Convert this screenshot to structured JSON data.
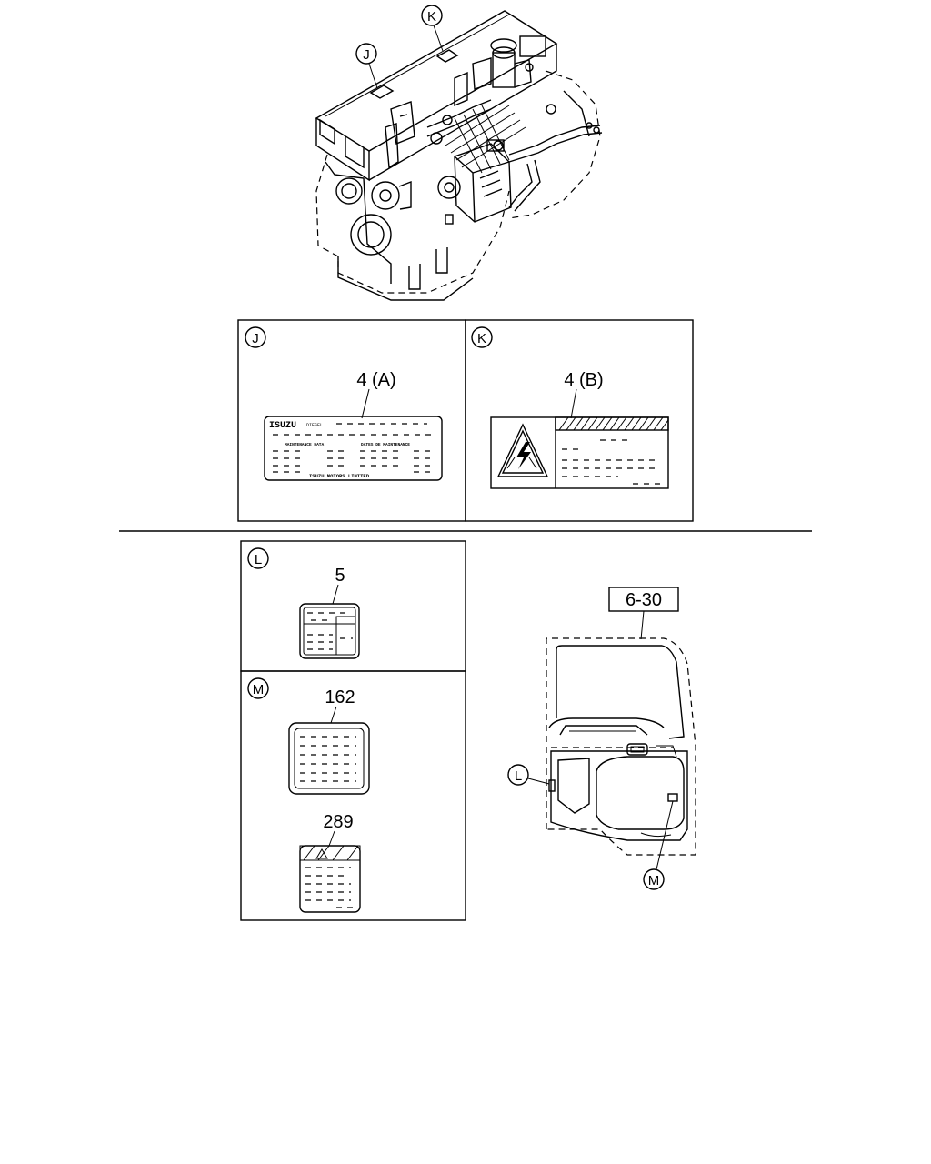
{
  "callouts": {
    "j": "J",
    "k": "K",
    "l": "L",
    "m": "M"
  },
  "panel_j": {
    "callout": "J",
    "part_no": "4 (A)",
    "label_brand": "ISUZU",
    "label_brand_sub": "DIESEL",
    "label_heading_left": "MAINTENANCE DATA",
    "label_heading_right": "DATES DE MAINTENANCE",
    "label_footer": "ISUZU MOTORS LIMITED"
  },
  "panel_k": {
    "callout": "K",
    "part_no": "4 (B)"
  },
  "panel_l": {
    "callout": "L",
    "part_no": "5"
  },
  "panel_m": {
    "callout": "M",
    "part_no_1": "162",
    "part_no_2": "289"
  },
  "door": {
    "ref_box": "6-30",
    "callout_l": "L",
    "callout_m": "M"
  },
  "icons": [
    "engine-illustration",
    "high-voltage-warning-icon",
    "door-illustration"
  ]
}
